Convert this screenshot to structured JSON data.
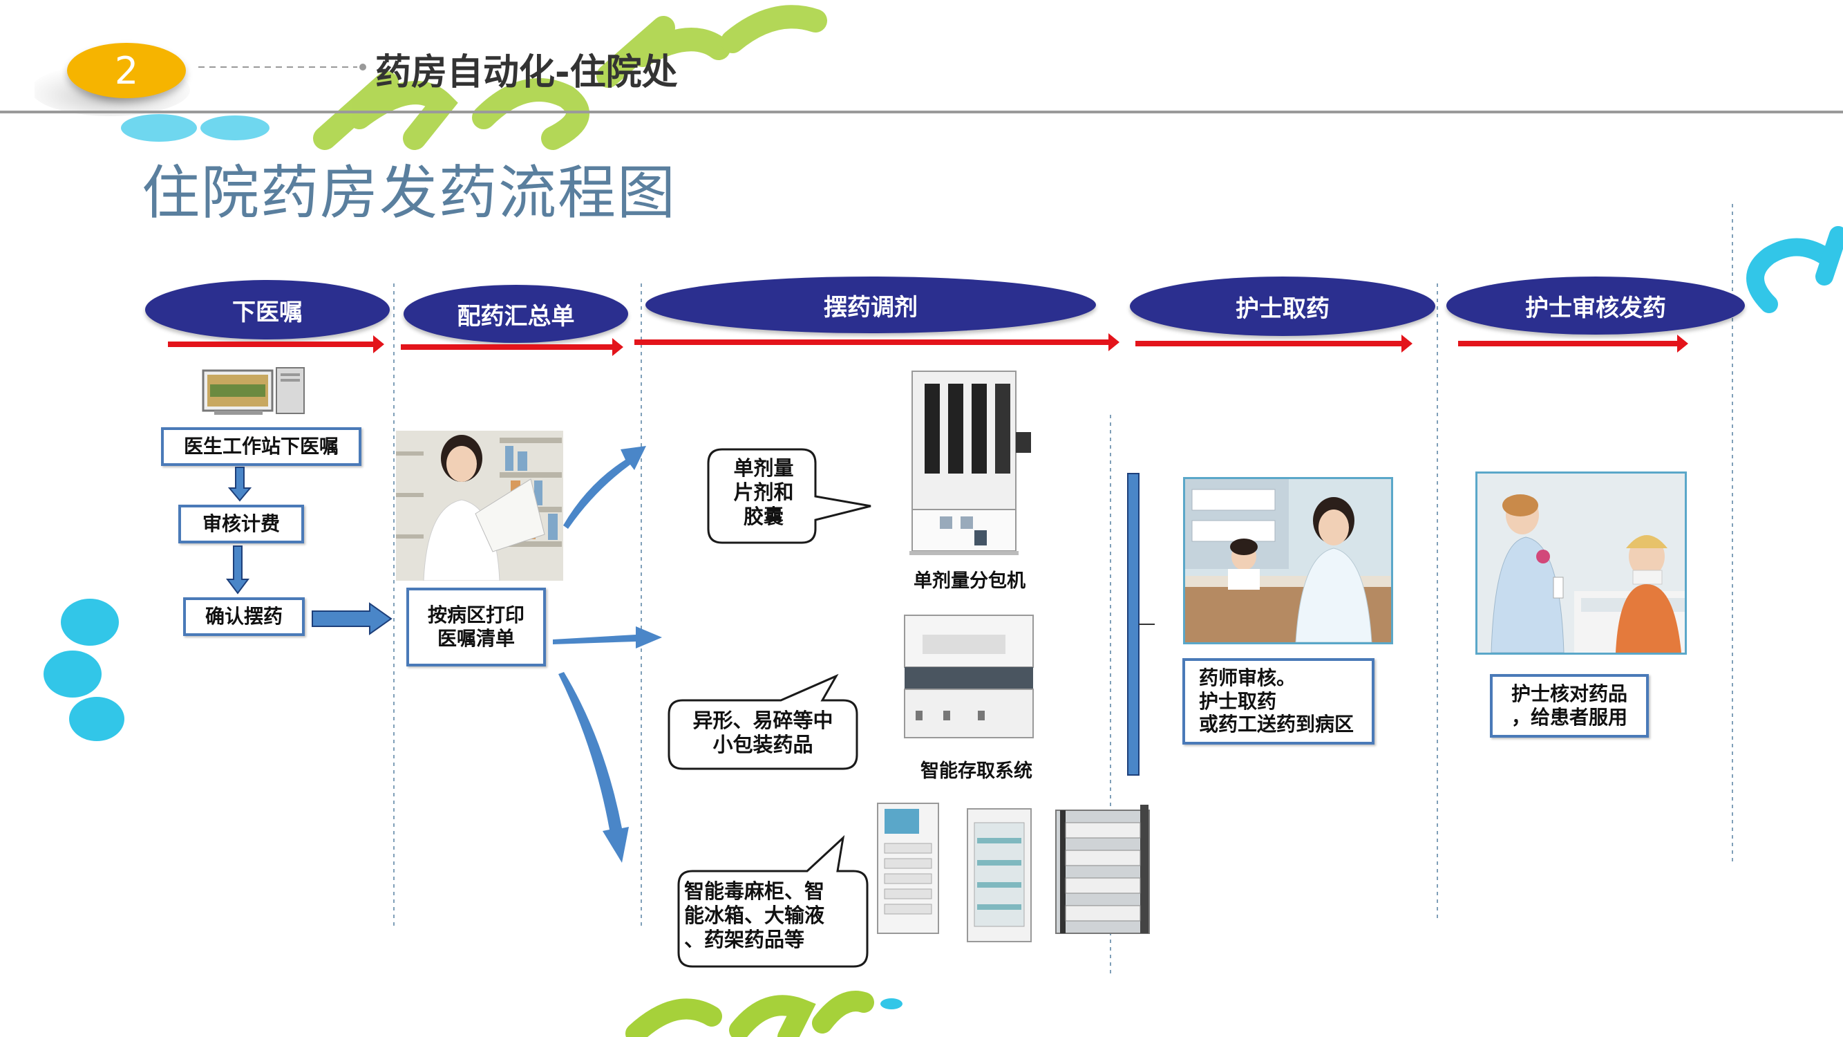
{
  "header": {
    "badge_number": "2",
    "section_title": "药房自动化-住院处"
  },
  "main_title": "住院药房发药流程图",
  "stages": [
    {
      "label": "下医嘱"
    },
    {
      "label": "配药汇总单"
    },
    {
      "label": "摆药调剂"
    },
    {
      "label": "护士取药"
    },
    {
      "label": "护士审核发药"
    }
  ],
  "doctor_steps": [
    "医生工作站下医嘱",
    "审核计费",
    "确认摆药"
  ],
  "print_box": {
    "line1": "按病区打印",
    "line2": "医嘱清单"
  },
  "callouts": {
    "unit_dose": [
      "单剂量",
      "片剂和",
      "胶囊"
    ],
    "fragile": [
      "异形、易碎等中",
      "小包装药品"
    ],
    "cabinet": [
      "智能毒麻柜、智",
      "能冰箱、大输液",
      "、药架药品等"
    ]
  },
  "machines": {
    "packer": "单剂量分包机",
    "storage": "智能存取系统"
  },
  "nurse_box": [
    "药师审核。",
    "护士取药",
    "或药工送药到病区"
  ],
  "patient_box": [
    "护士核对药品",
    "，给患者服用"
  ],
  "colors": {
    "ellipse": "#2b2f8f",
    "red_arrow": "#e3141b",
    "blue_arrow": "#4a86c8",
    "badge": "#f6b400",
    "watermark_green": "#a6d13a",
    "watermark_cyan": "#32c6e8"
  }
}
